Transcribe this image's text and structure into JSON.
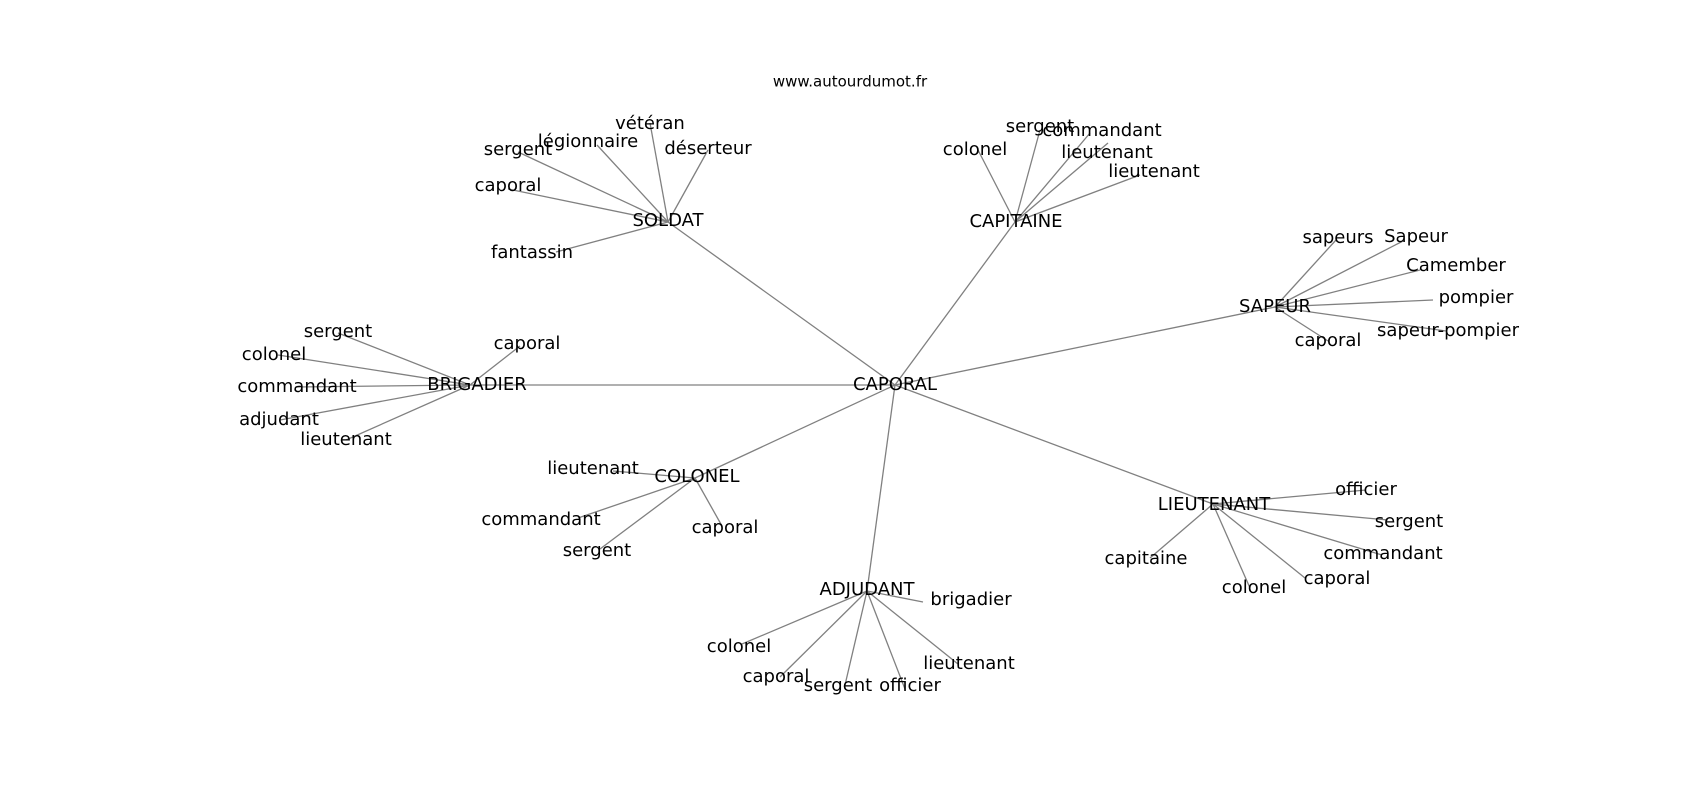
{
  "source_label": "www.autourdumot.fr",
  "center": {
    "id": "caporal",
    "label": "CAPORAL"
  },
  "clusters": [
    {
      "id": "soldat",
      "label": "SOLDAT",
      "leaves": [
        "vétéran",
        "légionnaire",
        "sergent",
        "déserteur",
        "caporal",
        "fantassin"
      ]
    },
    {
      "id": "capitaine",
      "label": "CAPITAINE",
      "leaves": [
        "sergent",
        "commandant",
        "colonel",
        "lieutenant",
        "lieutenant"
      ]
    },
    {
      "id": "sapeur",
      "label": "SAPEUR",
      "leaves": [
        "sapeurs",
        "Sapeur",
        "Camember",
        "pompier",
        "sapeur-pompier",
        "caporal"
      ]
    },
    {
      "id": "brigadier",
      "label": "BRIGADIER",
      "leaves": [
        "sergent",
        "caporal",
        "colonel",
        "commandant",
        "adjudant",
        "lieutenant"
      ]
    },
    {
      "id": "colonel",
      "label": "COLONEL",
      "leaves": [
        "lieutenant",
        "commandant",
        "caporal",
        "sergent"
      ]
    },
    {
      "id": "lieutenant",
      "label": "LIEUTENANT",
      "leaves": [
        "officier",
        "sergent",
        "commandant",
        "capitaine",
        "caporal",
        "colonel"
      ]
    },
    {
      "id": "adjudant",
      "label": "ADJUDANT",
      "leaves": [
        "brigadier",
        "colonel",
        "lieutenant",
        "caporal",
        "sergent",
        "officier"
      ]
    }
  ]
}
